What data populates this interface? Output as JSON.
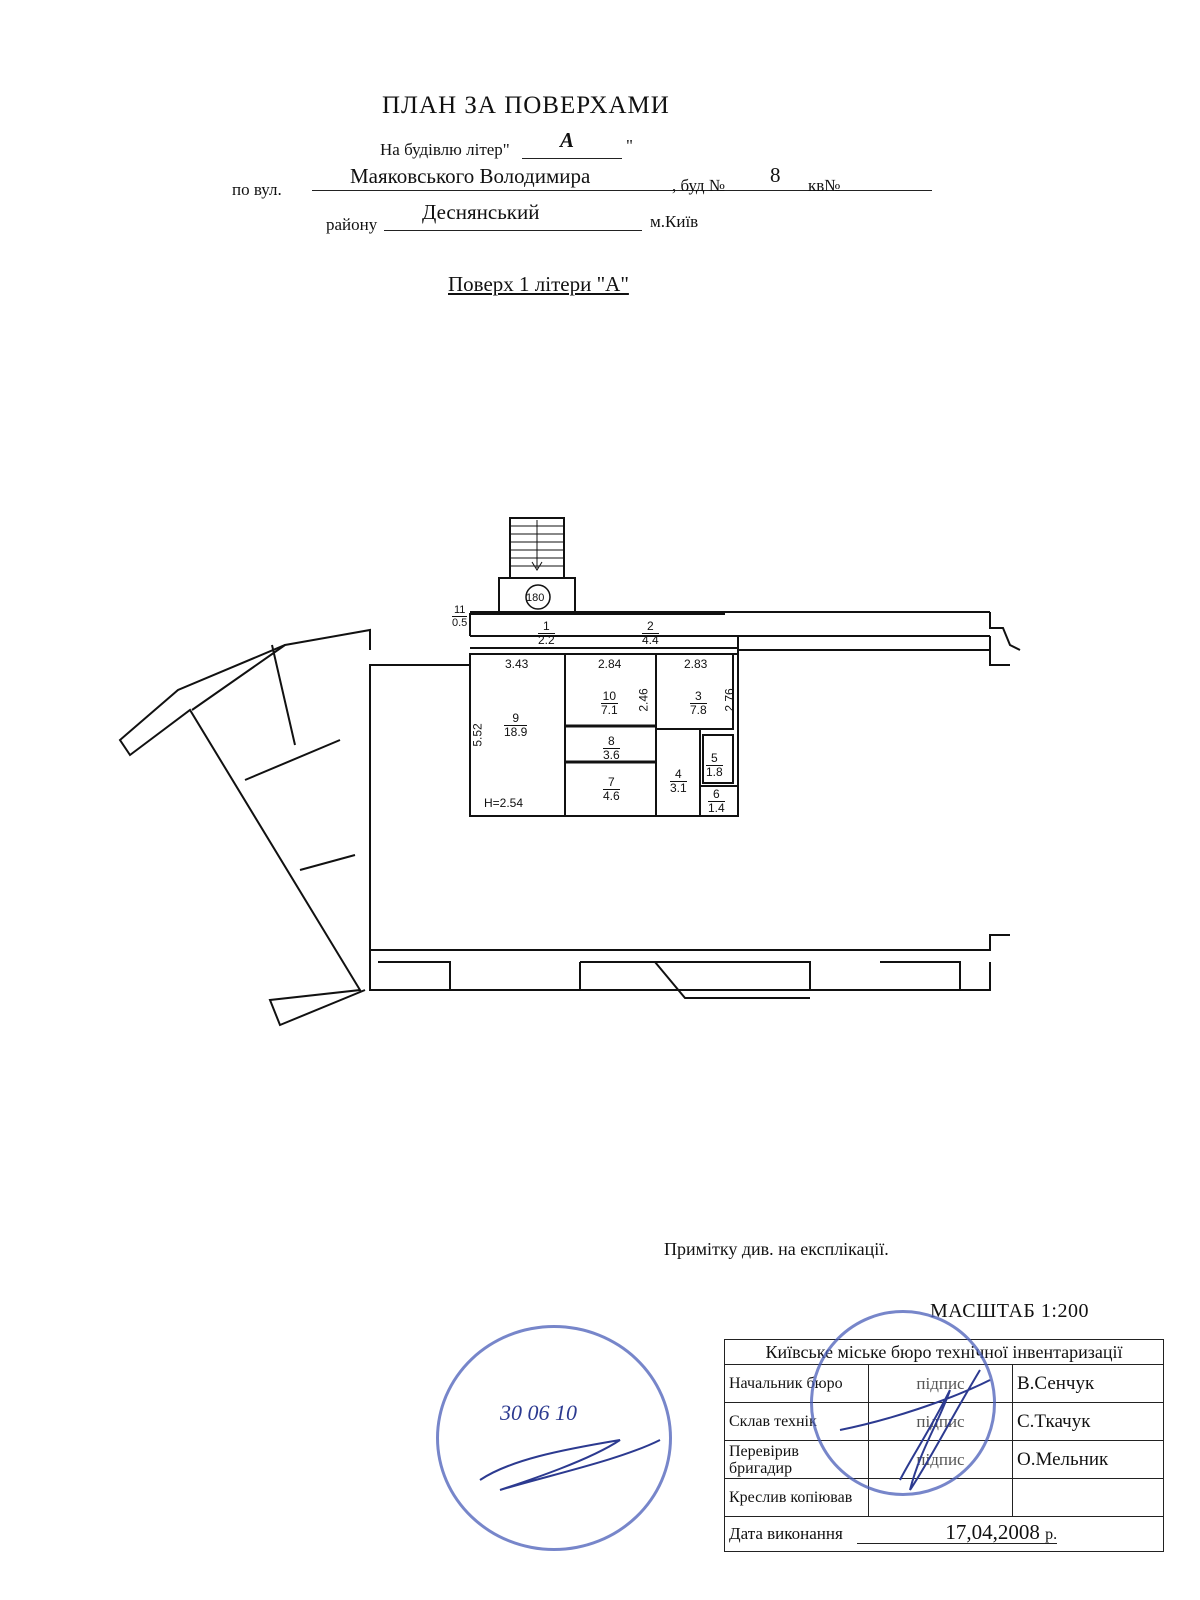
{
  "header": {
    "title": "ПЛАН ЗА ПОВЕРХАМИ",
    "building_label": "На будівлю літер\"",
    "building_letter": "А",
    "building_close": "\"",
    "street_label": "по вул.",
    "street_value": "Маяковського Володимира",
    "house_label": ", буд №",
    "house_value": "8",
    "apt_label": "кв№",
    "district_label": "району",
    "district_value": "Деснянський",
    "city": "м.Київ",
    "floor_title": "Поверх 1 літери \"А\""
  },
  "plan": {
    "stair_number": "180",
    "ceiling_height": "H=2.54",
    "rooms": [
      {
        "num": "1",
        "area": "2.2"
      },
      {
        "num": "2",
        "area": "4.4"
      },
      {
        "num": "3",
        "area": "7.8"
      },
      {
        "num": "4",
        "area": "3.1"
      },
      {
        "num": "5",
        "area": "1.8"
      },
      {
        "num": "6",
        "area": "1.4"
      },
      {
        "num": "7",
        "area": "4.6"
      },
      {
        "num": "8",
        "area": "3.6"
      },
      {
        "num": "9",
        "area": "18.9"
      },
      {
        "num": "10",
        "area": "7.1"
      },
      {
        "num": "11",
        "area": "0.5"
      }
    ],
    "dimensions": [
      "3.43",
      "2.84",
      "2.83",
      "5.52",
      "2.46",
      "2.76"
    ]
  },
  "note": "Примітку див. на експлікації.",
  "scale": "МАСШТАБ  1:200",
  "title_block": {
    "org": "Київське міське бюро технічної інвентаризації",
    "rows": [
      {
        "role": "Начальник бюро",
        "sig": "підпис",
        "name": "В.Сенчук"
      },
      {
        "role": "Склав технік",
        "sig": "підпис",
        "name": "С.Ткачук"
      },
      {
        "role": "Перевірив бригадир",
        "sig": "підпис",
        "name": "О.Мельник"
      },
      {
        "role": "Креслив копіював",
        "sig": "",
        "name": ""
      }
    ],
    "date_label": "Дата виконання",
    "date_value": "17,04,2008",
    "date_suffix": "р."
  },
  "stamp_left": {
    "date": "30  06  10"
  },
  "colors": {
    "ink": "#111111",
    "stamp": "#4a5db8"
  }
}
